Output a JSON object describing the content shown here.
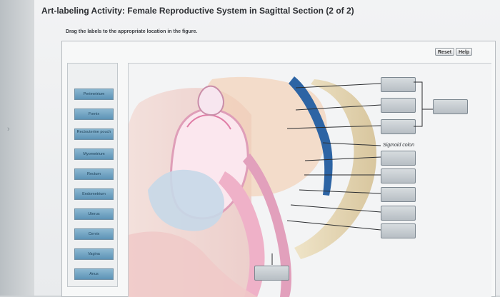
{
  "header": {
    "title": "Art-labeling Activity: Female Reproductive System in Sagittal Section (2 of 2)",
    "instructions": "Drag the labels to the appropriate location in the figure."
  },
  "controls": {
    "reset_label": "Reset",
    "help_label": "Help"
  },
  "labels": [
    {
      "text": "Perimetrium"
    },
    {
      "text": "Fornix"
    },
    {
      "text": "Rectouterine pouch"
    },
    {
      "text": "Myometrium"
    },
    {
      "text": "Rectum"
    },
    {
      "text": "Endometrium"
    },
    {
      "text": "Uterus"
    },
    {
      "text": "Cervix"
    },
    {
      "text": "Vagina"
    },
    {
      "text": "Anus"
    }
  ],
  "figure": {
    "printed_label": "Sigmoid colon"
  },
  "colors": {
    "chip_fill": "#6ea2c2",
    "drop_fill": "#c4cbd0",
    "uterus": "#e7a9c3",
    "tissue": "#f0c7cf"
  },
  "icons": {
    "left_nav": "chevron-right-icon"
  }
}
